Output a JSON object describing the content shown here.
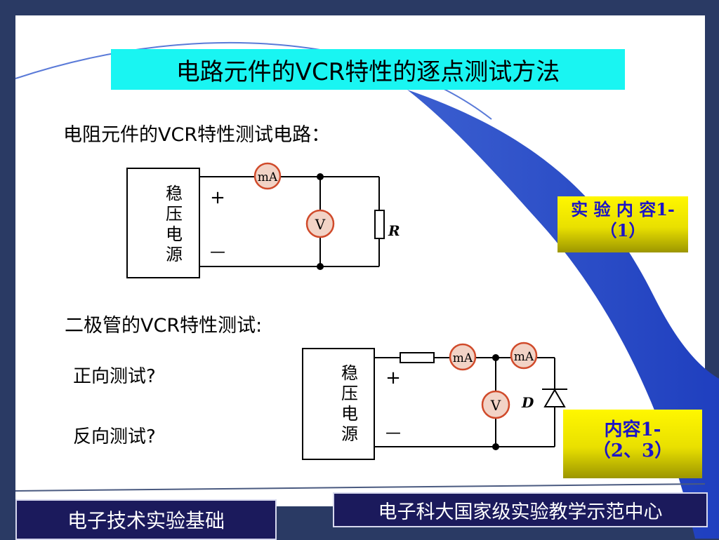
{
  "slide": {
    "title": "电路元件的VCR特性的逐点测试方法",
    "resistor_heading": "电阻元件的VCR特性测试电路：",
    "diode_heading": "二极管的VCR特性测试:",
    "forward_test": "正向测试?",
    "reverse_test": "反向测试?",
    "tag1": {
      "line1": "实 验 内 容1-",
      "line2": "（1）"
    },
    "tag2": {
      "line1": "内容1-",
      "line2": "（2、3）"
    }
  },
  "circuit1": {
    "source_chars": [
      "稳",
      "压",
      "电",
      "源"
    ],
    "plus": "+",
    "minus": "—",
    "ammeter": "mA",
    "voltmeter": "V",
    "resistor_label": "R"
  },
  "circuit2": {
    "source_chars": [
      "稳",
      "压",
      "电",
      "源"
    ],
    "plus": "+",
    "minus": "—",
    "ammeter1": "mA",
    "ammeter2": "mA",
    "voltmeter": "V",
    "diode_label": "D"
  },
  "footer": {
    "left": "电子技术实验基础",
    "right": "电子科大国家级实验教学示范中心"
  },
  "colors": {
    "title_bg": "#19f5f2",
    "tag_yellow": "#fff700",
    "tag_text": "#1b14c8",
    "footer_bg": "#1b1a5c",
    "meter_fill": "#f2d3c6",
    "meter_ring": "#d04a2a"
  }
}
